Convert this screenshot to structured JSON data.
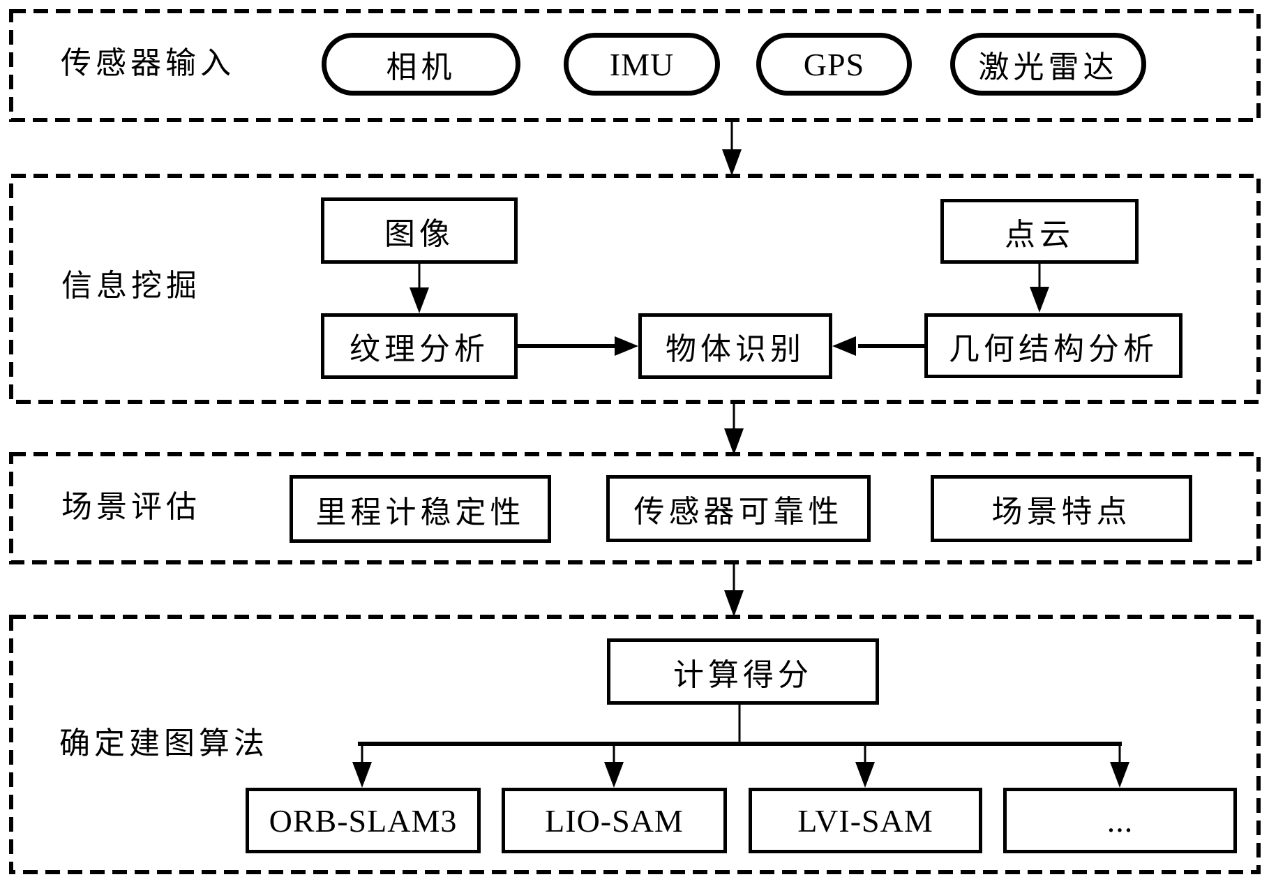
{
  "figure": {
    "type": "flowchart",
    "background_color": "#ffffff",
    "line_color": "#000000"
  },
  "sections": [
    {
      "id": "sensor-input",
      "label": "传感器输入",
      "nodes": [
        {
          "id": "camera",
          "label": "相机",
          "shape": "stadium"
        },
        {
          "id": "imu",
          "label": "IMU",
          "shape": "stadium"
        },
        {
          "id": "gps",
          "label": "GPS",
          "shape": "stadium"
        },
        {
          "id": "lidar",
          "label": "激光雷达",
          "shape": "stadium"
        }
      ]
    },
    {
      "id": "information-mining",
      "label": "信息挖掘",
      "nodes": [
        {
          "id": "image",
          "label": "图像",
          "shape": "rect"
        },
        {
          "id": "point-cloud",
          "label": "点云",
          "shape": "rect"
        },
        {
          "id": "texture-analysis",
          "label": "纹理分析",
          "shape": "rect"
        },
        {
          "id": "object-recognition",
          "label": "物体识别",
          "shape": "rect"
        },
        {
          "id": "geometric-structure-analysis",
          "label": "几何结构分析",
          "shape": "rect"
        }
      ]
    },
    {
      "id": "scene-evaluation",
      "label": "场景评估",
      "nodes": [
        {
          "id": "odometry-stability",
          "label": "里程计稳定性",
          "shape": "rect"
        },
        {
          "id": "sensor-reliability",
          "label": "传感器可靠性",
          "shape": "rect"
        },
        {
          "id": "scene-characteristics",
          "label": "场景特点",
          "shape": "rect"
        }
      ]
    },
    {
      "id": "determine-mapping-algorithm",
      "label": "确定建图算法",
      "nodes": [
        {
          "id": "compute-score",
          "label": "计算得分",
          "shape": "rect"
        },
        {
          "id": "orb-slam3",
          "label": "ORB-SLAM3",
          "shape": "rect"
        },
        {
          "id": "lio-sam",
          "label": "LIO-SAM",
          "shape": "rect"
        },
        {
          "id": "lvi-sam",
          "label": "LVI-SAM",
          "shape": "rect"
        },
        {
          "id": "more-algorithms",
          "label": "...",
          "shape": "rect"
        }
      ]
    }
  ],
  "edges": [
    {
      "from": "sensor-input",
      "to": "information-mining"
    },
    {
      "from": "image",
      "to": "texture-analysis"
    },
    {
      "from": "point-cloud",
      "to": "geometric-structure-analysis"
    },
    {
      "from": "texture-analysis",
      "to": "object-recognition"
    },
    {
      "from": "geometric-structure-analysis",
      "to": "object-recognition"
    },
    {
      "from": "information-mining",
      "to": "scene-evaluation"
    },
    {
      "from": "scene-evaluation",
      "to": "determine-mapping-algorithm"
    },
    {
      "from": "compute-score",
      "to": "orb-slam3"
    },
    {
      "from": "compute-score",
      "to": "lio-sam"
    },
    {
      "from": "compute-score",
      "to": "lvi-sam"
    },
    {
      "from": "compute-score",
      "to": "more-algorithms"
    }
  ]
}
